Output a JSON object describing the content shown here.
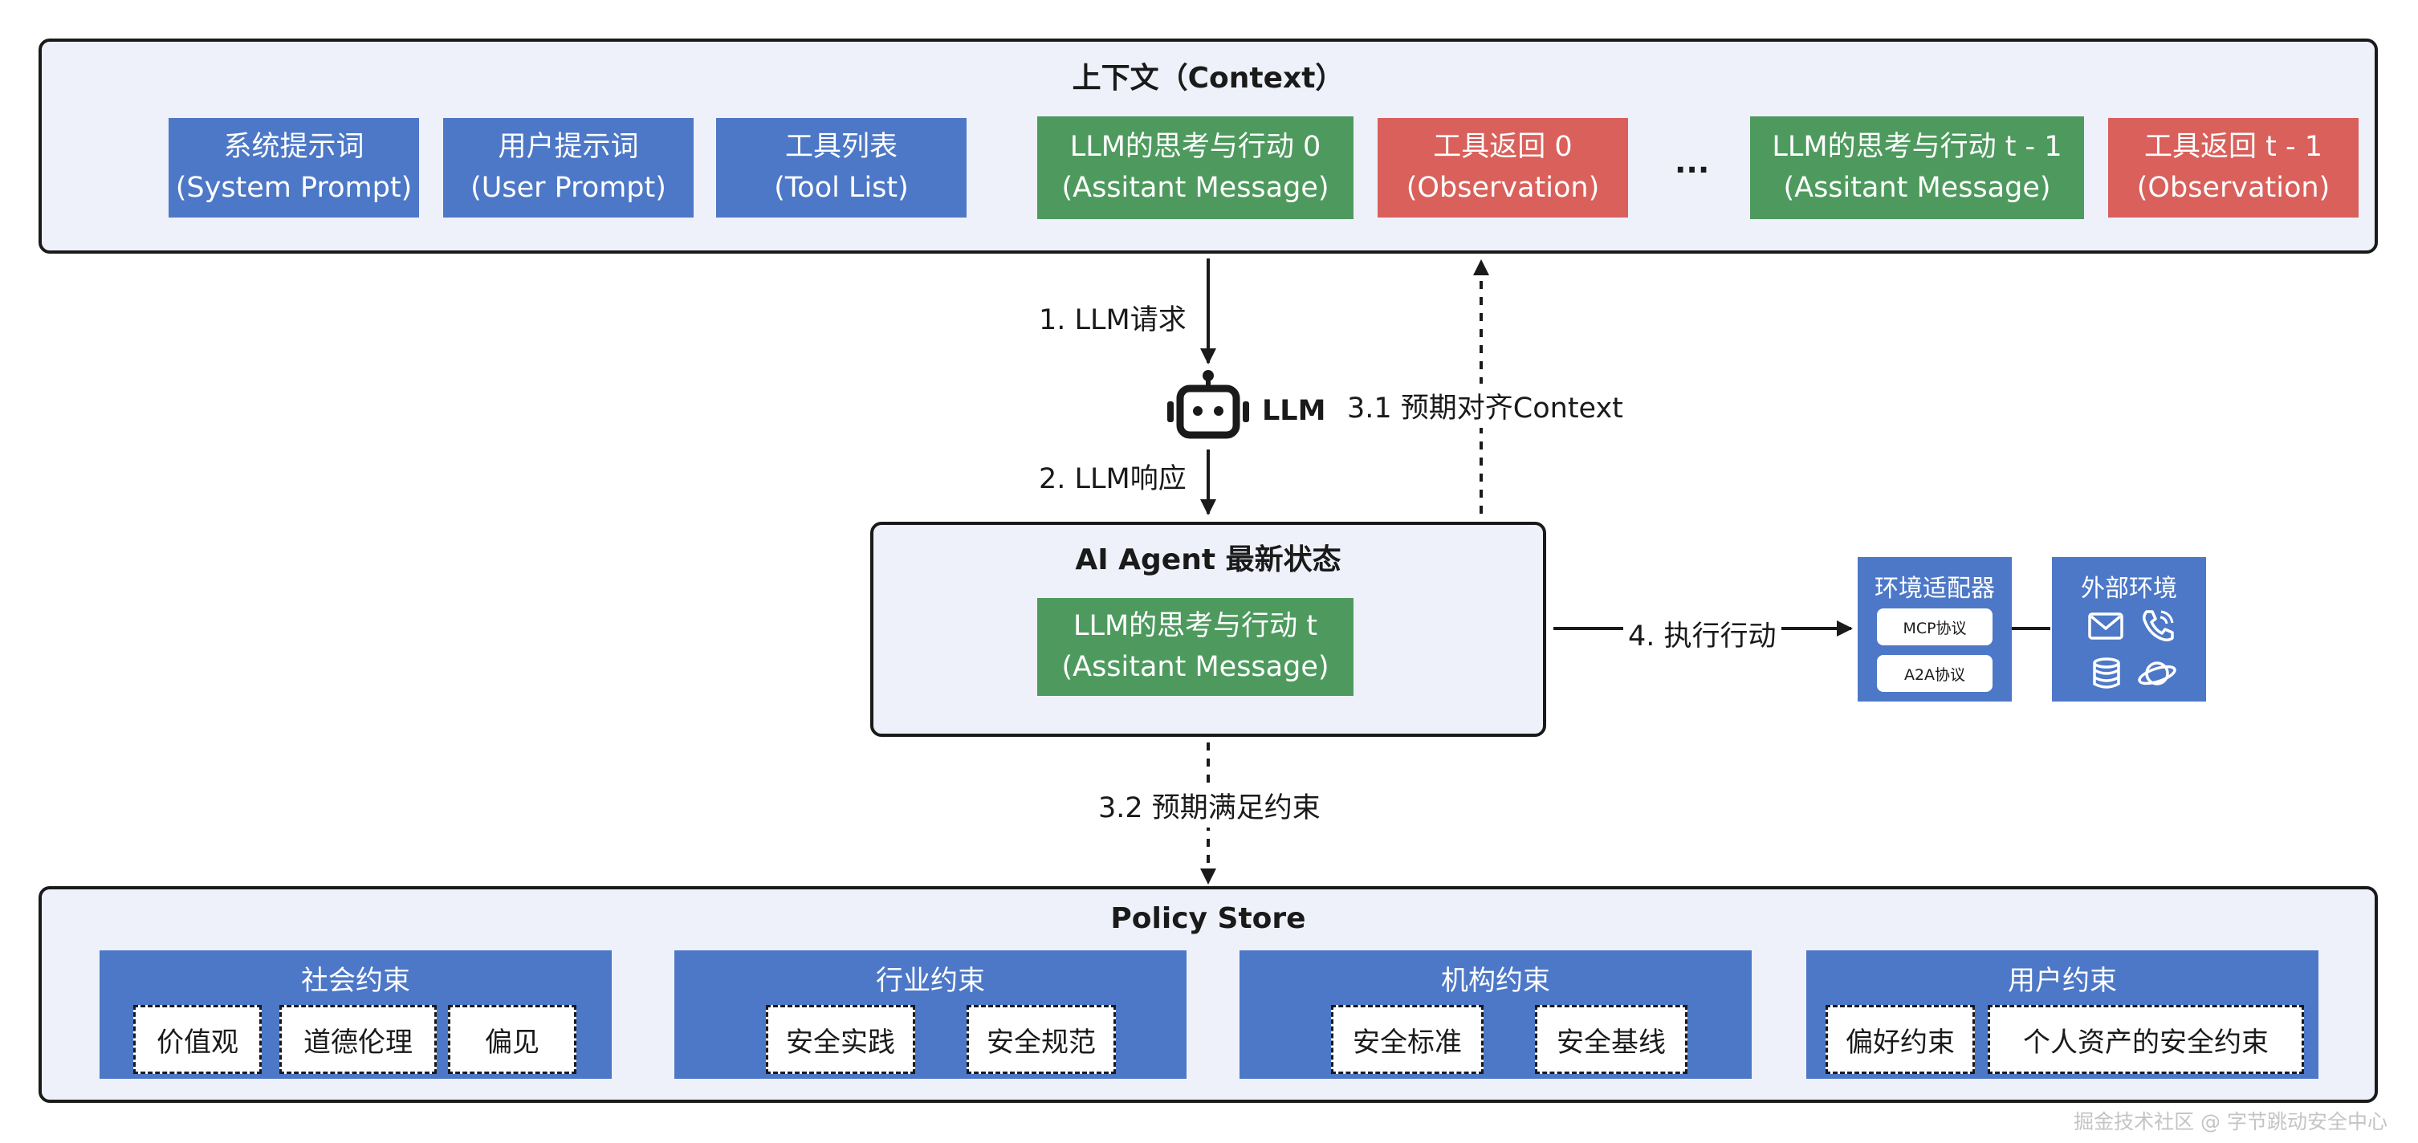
{
  "context": {
    "title": "上下文（Context）",
    "items": [
      {
        "line1": "系统提示词",
        "line2": "(System Prompt)",
        "color": "#4d78c7"
      },
      {
        "line1": "用户提示词",
        "line2": "(User Prompt)",
        "color": "#4d78c7"
      },
      {
        "line1": "工具列表",
        "line2": "(Tool List)",
        "color": "#4d78c7"
      },
      {
        "line1": "LLM的思考与行动 0",
        "line2": "(Assitant Message)",
        "color": "#4e9a5e"
      },
      {
        "line1": "工具返回 0",
        "line2": "(Observation)",
        "color": "#d9605b"
      },
      {
        "line1": "LLM的思考与行动 t - 1",
        "line2": "(Assitant Message)",
        "color": "#4e9a5e"
      },
      {
        "line1": "工具返回 t - 1",
        "line2": "(Observation)",
        "color": "#d9605b"
      }
    ],
    "ellipsis": "..."
  },
  "flow": {
    "step1": "1. LLM请求",
    "step2": "2. LLM响应",
    "step31": "3.1 预期对齐Context",
    "step32": "3.2 预期满足约束",
    "step4": "4. 执行行动",
    "llm_label": "LLM"
  },
  "agent": {
    "title": "AI Agent 最新状态",
    "line1": "LLM的思考与行动 t",
    "line2": "(Assitant Message)"
  },
  "adapter": {
    "title": "环境适配器",
    "protocols": [
      "MCP协议",
      "A2A协议"
    ]
  },
  "environment": {
    "title": "外部环境",
    "icons": [
      "mail-icon",
      "phone-icon",
      "database-icon",
      "planet-icon"
    ]
  },
  "policy": {
    "title": "Policy Store",
    "groups": [
      {
        "title": "社会约束",
        "chips": [
          "价值观",
          "道德伦理",
          "偏见"
        ]
      },
      {
        "title": "行业约束",
        "chips": [
          "安全实践",
          "安全规范"
        ]
      },
      {
        "title": "机构约束",
        "chips": [
          "安全标准",
          "安全基线"
        ]
      },
      {
        "title": "用户约束",
        "chips": [
          "偏好约束",
          "个人资产的安全约束"
        ]
      }
    ]
  },
  "watermark": "掘金技术社区 @ 字节跳动安全中心",
  "colors": {
    "blue": "#4d78c7",
    "green": "#4e9a5e",
    "red": "#d9605b",
    "panel_bg": "#eef1fa"
  }
}
